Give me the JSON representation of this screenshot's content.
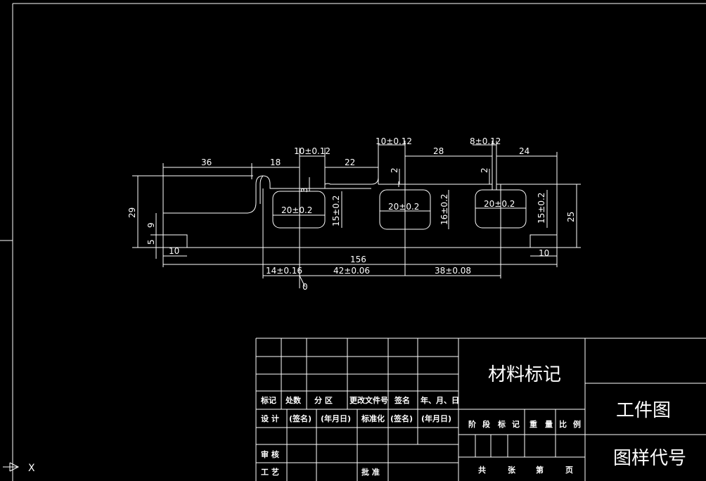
{
  "drawing": {
    "dimensions": {
      "d36": "36",
      "d18": "18",
      "d10a": "10±0.12",
      "d22": "22",
      "d10b": "10±0.12",
      "d28": "28",
      "d8": "8±0.12",
      "d24": "24",
      "d29": "29",
      "d9": "9",
      "d5": "5",
      "d10left": "10",
      "d10right": "10",
      "d3": "3",
      "d2a": "2",
      "d2b": "2",
      "slot1w": "20±0.2",
      "slot1h": "15±0.2",
      "slot2w": "20±0.2",
      "slot2h": "16±0.2",
      "slot3w": "20±0.2",
      "slot3h": "15±0.2",
      "d25": "25",
      "d156": "156",
      "d14": "14±0.16",
      "d42": "42±0.06",
      "d38": "38±0.08",
      "origin": "0"
    }
  },
  "title_block": {
    "row_labels": [
      "标记",
      "处数",
      "分 区",
      "更改文件号",
      "签名",
      "年、月、日"
    ],
    "design_row": [
      "设 计",
      "(签名)",
      "(年月日)",
      "标准化",
      "(签名)",
      "(年月日)"
    ],
    "review": "审 核",
    "process": "工 艺",
    "approve": "批 准",
    "material": "材料标记",
    "stage_row": [
      "阶",
      "段",
      "标",
      "记",
      "重",
      "量",
      "比",
      "例"
    ],
    "sheet_row": [
      "共",
      "张",
      "第",
      "页"
    ],
    "drawing_name": "工件图",
    "drawing_code": "图样代号"
  },
  "ucs": {
    "axis_label": "X"
  }
}
